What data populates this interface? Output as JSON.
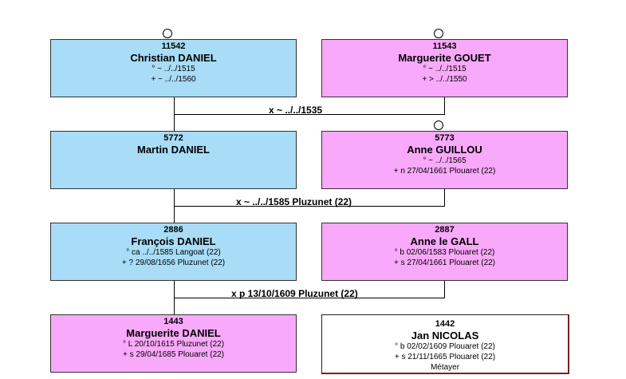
{
  "persons": {
    "p11542": {
      "num": "11542",
      "name": "Christian DANIEL",
      "l1": "° ~ ../../1515",
      "l2": "+ ~ ../../1560"
    },
    "p11543": {
      "num": "11543",
      "name": "Marguerite GOUET",
      "l1": "° ~ ../../1515",
      "l2": "+ > ../../1550"
    },
    "p5772": {
      "num": "5772",
      "name": "Martin DANIEL"
    },
    "p5773": {
      "num": "5773",
      "name": "Anne GUILLOU",
      "l1": "° ~ ../../1565",
      "l2": "+ n 27/04/1661 Plouaret (22)"
    },
    "p2886": {
      "num": "2886",
      "name": "François DANIEL",
      "l1": "° ca ../../1585 Langoat (22)",
      "l2": "+ ? 29/08/1656 Pluzunet (22)"
    },
    "p2887": {
      "num": "2887",
      "name": "Anne le GALL",
      "l1": "° b 02/06/1583 Plouaret (22)",
      "l2": "+ s 27/04/1661 Plouaret (22)"
    },
    "p1443": {
      "num": "1443",
      "name": "Marguerite DANIEL",
      "l1": "° L 20/10/1615 Pluzunet (22)",
      "l2": "+ s 29/04/1685 Plouaret (22)"
    },
    "p1442": {
      "num": "1442",
      "name": "Jan NICOLAS",
      "l1": "° b 02/02/1609 Plouaret (22)",
      "l2": "+ s 21/11/1665 Plouaret (22)",
      "l3": "Métayer"
    }
  },
  "marriages": {
    "m1": "x ~ ../../1535",
    "m2": "x ~ ../../1585 Pluzunet (22)",
    "m3": "x p 13/10/1609 Pluzunet (22)"
  },
  "colors": {
    "male": "#a8dcf7",
    "female": "#f9a9f9"
  }
}
